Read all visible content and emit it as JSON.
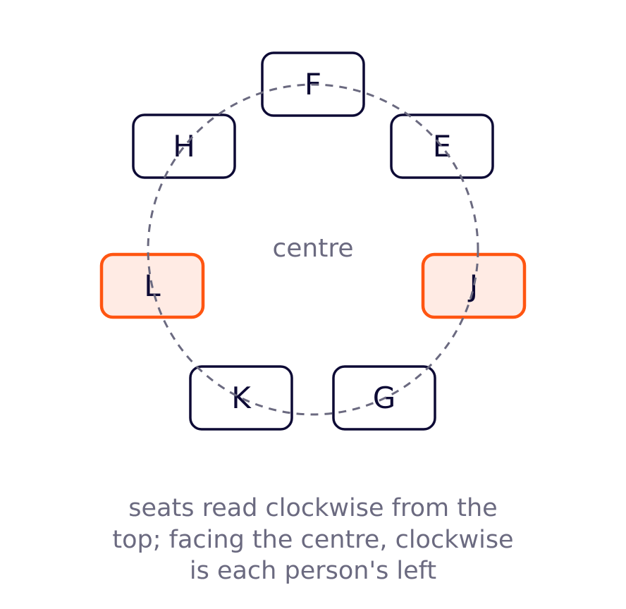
{
  "seats": [
    {
      "id": "F",
      "label": "F",
      "highlight": false
    },
    {
      "id": "E",
      "label": "E",
      "highlight": false
    },
    {
      "id": "J",
      "label": "J",
      "highlight": true
    },
    {
      "id": "G",
      "label": "G",
      "highlight": false
    },
    {
      "id": "K",
      "label": "K",
      "highlight": false
    },
    {
      "id": "L",
      "label": "L",
      "highlight": true
    },
    {
      "id": "H",
      "label": "H",
      "highlight": false
    }
  ],
  "centre_label": "centre",
  "caption": {
    "line1": "seats read clockwise from the",
    "line2": "top; facing the centre, clockwise",
    "line3": "is each person's left"
  },
  "colors": {
    "seat_border": "#0d0a35",
    "highlight_border": "#ff5511",
    "highlight_fill": "#ffebe4",
    "ring": "#6b6a80",
    "muted_text": "#6b6a80"
  }
}
